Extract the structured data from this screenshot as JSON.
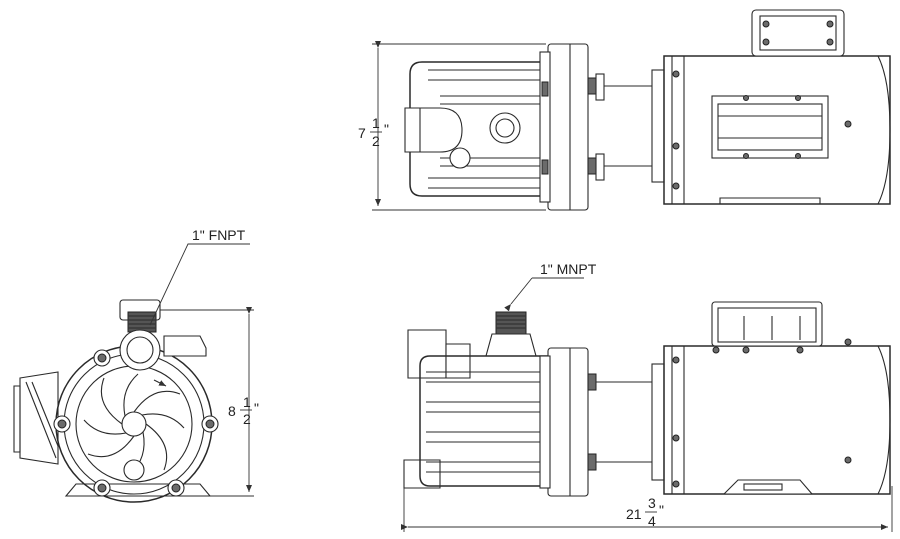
{
  "labels": {
    "inlet": "1\" FNPT",
    "outlet": "1\" MNPT"
  },
  "dimensions": {
    "width_top": {
      "whole": "7",
      "num": "1",
      "den": "2",
      "unit": "\""
    },
    "height_front": {
      "whole": "8",
      "num": "1",
      "den": "2",
      "unit": "\""
    },
    "length_side": {
      "whole": "21",
      "num": "3",
      "den": "4",
      "unit": "\""
    }
  }
}
